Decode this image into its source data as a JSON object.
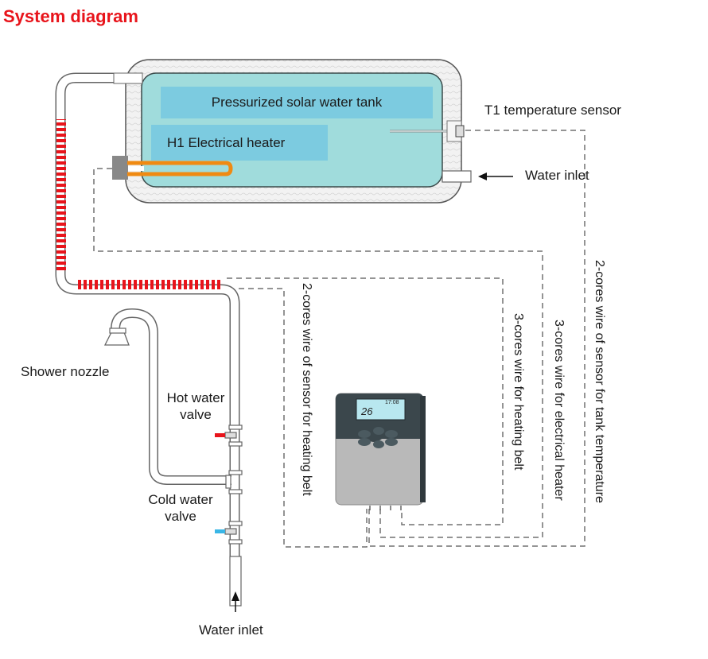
{
  "title": "System diagram",
  "colors": {
    "title": "#e8141b",
    "tank_water": "#a0dcdc",
    "tank_label_bg": "#7ccbe0",
    "heater": "#f08a12",
    "heating_belt": "#e8141b",
    "hot_valve": "#e8141b",
    "cold_valve": "#3ab6e6",
    "wire": "#707070"
  },
  "tank": {
    "name": "Pressurized solar water tank",
    "heater_label": "H1 Electrical heater"
  },
  "labels": {
    "t1_sensor": "T1 temperature sensor",
    "tank_water_inlet": "Water inlet",
    "shower_nozzle": "Shower nozzle",
    "hot_water_valve_line1": "Hot water",
    "hot_water_valve_line2": "valve",
    "cold_water_valve_line1": "Cold water",
    "cold_water_valve_line2": "valve",
    "bottom_water_inlet": "Water inlet"
  },
  "wires": [
    {
      "label": "2-cores wire of sensor for heating belt"
    },
    {
      "label": "3-cores wire for heating belt"
    },
    {
      "label": "3-cores wire for electrical heater"
    },
    {
      "label": "2-cores wire of sensor for tank temperature"
    }
  ],
  "controller": {
    "display_temp": "26",
    "display_time": "17:08"
  }
}
